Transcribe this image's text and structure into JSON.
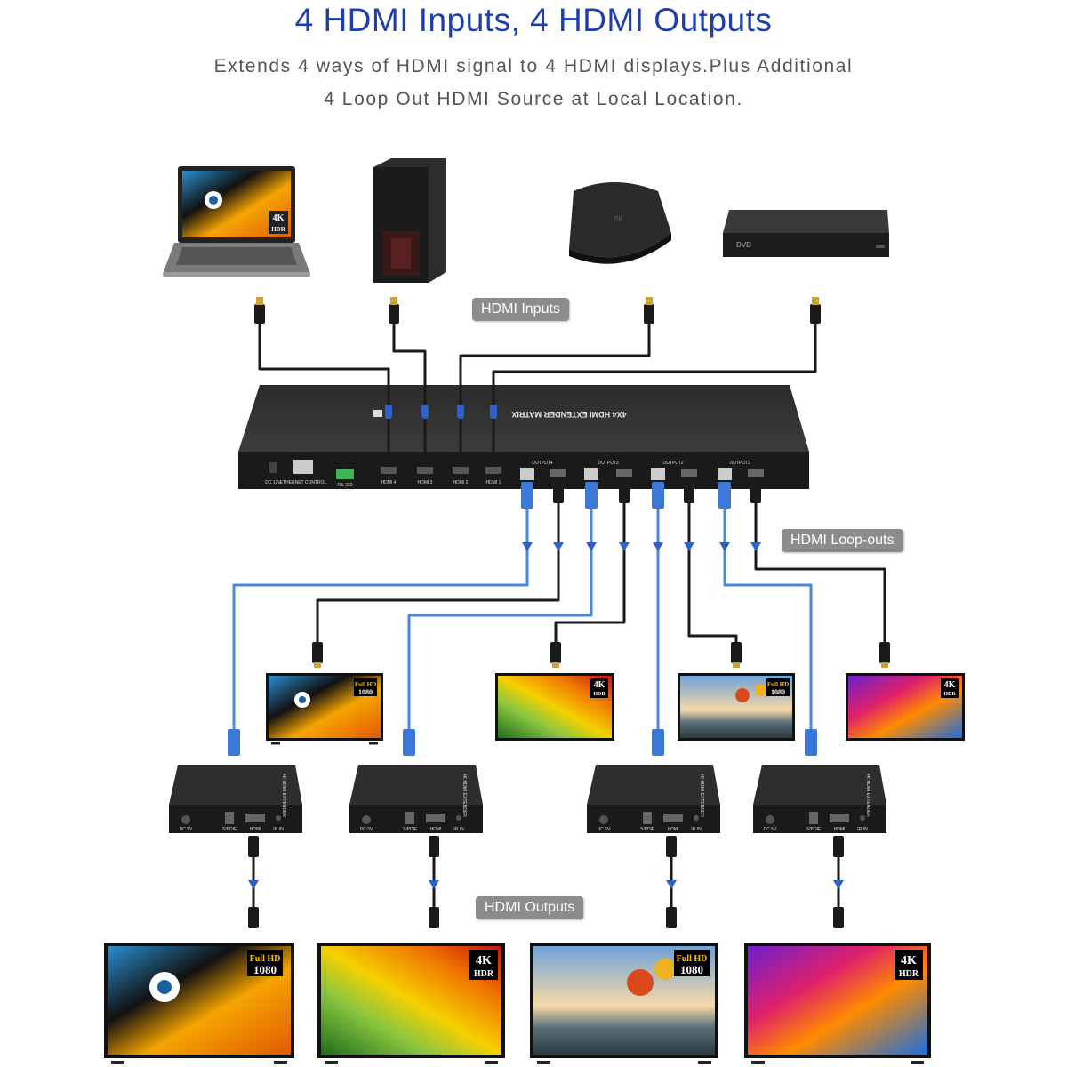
{
  "header": {
    "title": "4 HDMI Inputs, 4 HDMI Outputs",
    "subtitle_line1": "Extends 4 ways of HDMI signal to 4 HDMI displays.Plus Additional",
    "subtitle_line2": "4 Loop Out HDMI Source at Local Location."
  },
  "labels": {
    "inputs": "HDMI Inputs",
    "loopouts": "HDMI Loop-outs",
    "outputs": "HDMI Outputs"
  },
  "sources": {
    "laptop_badge_top": "4K",
    "laptop_badge_bottom": "HDR",
    "dvd_label": "DVD",
    "mibox_logo": "mi"
  },
  "matrix": {
    "name": "4X4 HDMI EXTENDER MATRIX",
    "power": "DC 12V",
    "ethernet": "ETHERNET CONTROL",
    "rs232": "RS-232",
    "inputs": [
      "HDMI 4",
      "HDMI 3",
      "HDMI 2",
      "HDMI 1"
    ],
    "outputs": [
      "OUTPUT4",
      "OUTPUT3",
      "OUTPUT2",
      "OUTPUT1"
    ]
  },
  "receiver": {
    "name": "4K HDMI EXTENDER",
    "ports": [
      "DC 5V",
      "S/PDIF",
      "HDMI",
      "IR IN"
    ]
  },
  "badges": {
    "fullhd_top": "Full HD",
    "fullhd_bottom": "1080",
    "k4_top": "4K",
    "k4_bottom": "HDR"
  },
  "colors": {
    "title": "#1d3fae",
    "pill": "#8c8c8c",
    "cat_cable": "#4a86e0",
    "hdmi_cable": "#1a1a1a"
  }
}
